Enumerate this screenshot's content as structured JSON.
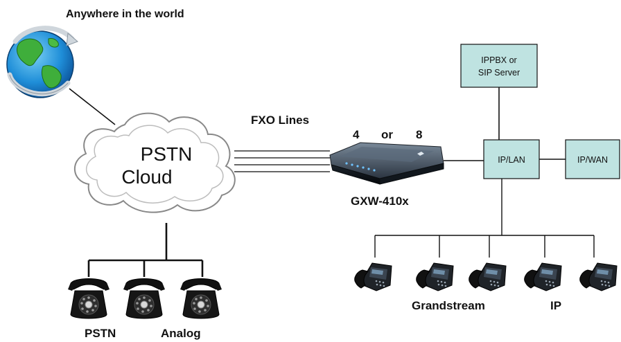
{
  "top_caption": "Anywhere in the world",
  "cloud": {
    "line1": "PSTN",
    "line2": "Cloud"
  },
  "fxo_label": "FXO Lines",
  "ports": {
    "a": "4",
    "or": "or",
    "b": "8"
  },
  "gateway_label": "GXW-410x",
  "boxes": {
    "ippbx_line1": "IPPBX or",
    "ippbx_line2": "SIP Server",
    "lan": "IP/LAN",
    "wan": "IP/WAN"
  },
  "bottom_left": {
    "a": "PSTN",
    "b": "Analog"
  },
  "bottom_right": {
    "a": "Grandstream",
    "b": "IP"
  },
  "icons": [
    "globe-icon",
    "rotary-phone-icon",
    "ip-phone-icon",
    "gateway-device-icon",
    "cloud-icon"
  ]
}
